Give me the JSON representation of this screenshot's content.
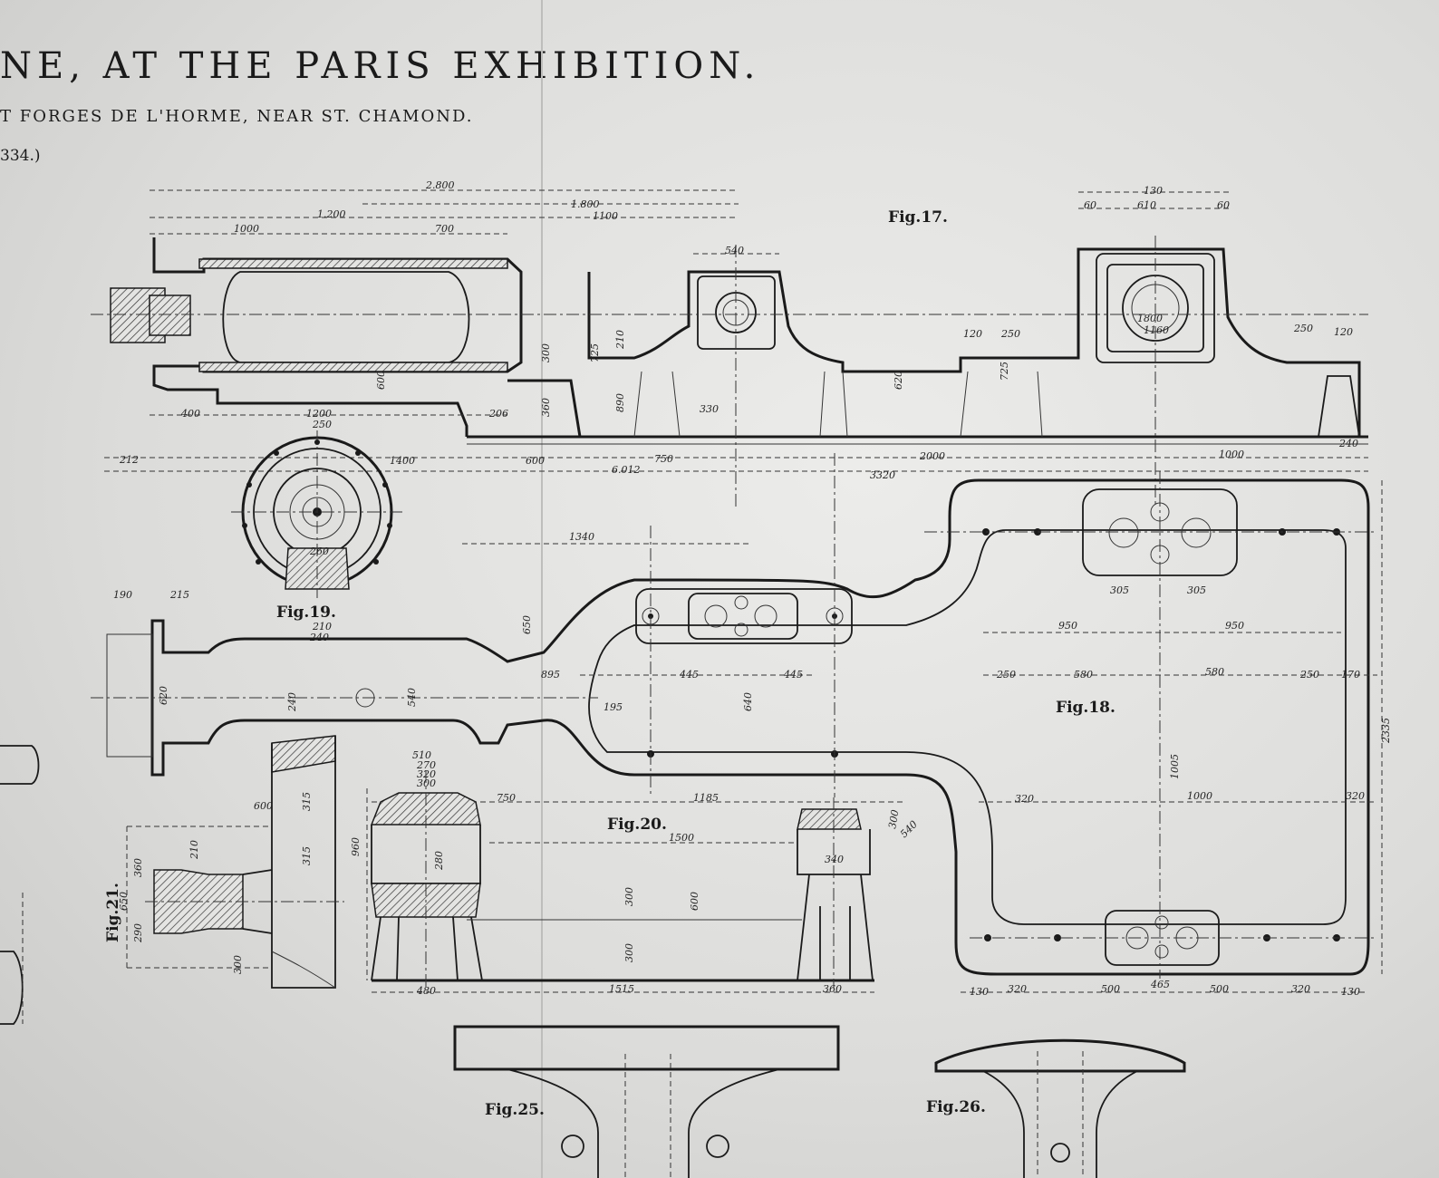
{
  "title": "NE,  AT  THE  PARIS  EXHIBITION.",
  "subtitle": "T  FORGES  DE  L'HORME,  NEAR  ST.  CHAMOND.",
  "page_ref": "334.)",
  "figures": {
    "fig17": "Fig.17.",
    "fig18": "Fig.18.",
    "fig19": "Fig.19.",
    "fig20": "Fig.20.",
    "fig21": "Fig.21.",
    "fig25": "Fig.25.",
    "fig26": "Fig.26."
  },
  "dimensions": {
    "d2800": "2.800",
    "d1800": "1.800",
    "d1100": "1100",
    "d1200top": "1.200",
    "d1000top": "1000",
    "d700": "700",
    "d540": "540",
    "d130": "130",
    "d610": "610",
    "d60a": "60",
    "d60b": "60",
    "d400": "400",
    "d1200": "1200",
    "d250": "250",
    "d1400": "1400",
    "d600": "600",
    "d6012": "6.012",
    "d212": "212",
    "d750": "750",
    "d2000": "2000",
    "d1000": "1000",
    "d3320": "3320",
    "d240": "240",
    "d330": "330",
    "d890": "890",
    "d725": "725",
    "d210": "210",
    "d120": "120",
    "d250b": "250",
    "d725b": "725",
    "d620": "620",
    "d1800b": "1800",
    "d1160": "1160",
    "d250c": "250",
    "d120b": "120",
    "d1340": "1340",
    "d190": "190",
    "d215": "215",
    "d210b": "210",
    "d240b": "240",
    "d650": "650",
    "d895": "895",
    "d445a": "445",
    "d445b": "445",
    "d640": "640",
    "d240c": "240",
    "d540b": "540",
    "d620b": "620",
    "d195": "195",
    "d950a": "950",
    "d950b": "950",
    "d250d": "250",
    "d580a": "580",
    "d580b": "580",
    "d250e": "250",
    "d170": "170",
    "d305a": "305",
    "d305b": "305",
    "d2335": "2335",
    "d1005": "1005",
    "d320": "320",
    "d1000b": "1000",
    "d320b": "320",
    "d300": "300",
    "d540c": "540",
    "d510": "510",
    "d270": "270",
    "d320c": "320",
    "d300b": "300",
    "d750b": "750",
    "d1185": "1185",
    "d1500": "1500",
    "d340": "340",
    "d960": "960",
    "d280": "280",
    "d300c": "300",
    "d600b": "600",
    "d300d": "300",
    "d1515": "1515",
    "d480": "480",
    "d360": "360",
    "d600c": "600",
    "d315a": "315",
    "d315b": "315",
    "d210c": "210",
    "d360b": "360",
    "d650b": "650",
    "d290": "290",
    "d300e": "300",
    "d130b": "130",
    "d320d": "320",
    "d500a": "500",
    "d465": "465",
    "d500b": "500",
    "d320e": "320",
    "d130c": "130",
    "d600d": "600",
    "d300f": "300",
    "d360c": "360",
    "d206": "206",
    "d260": "260"
  }
}
